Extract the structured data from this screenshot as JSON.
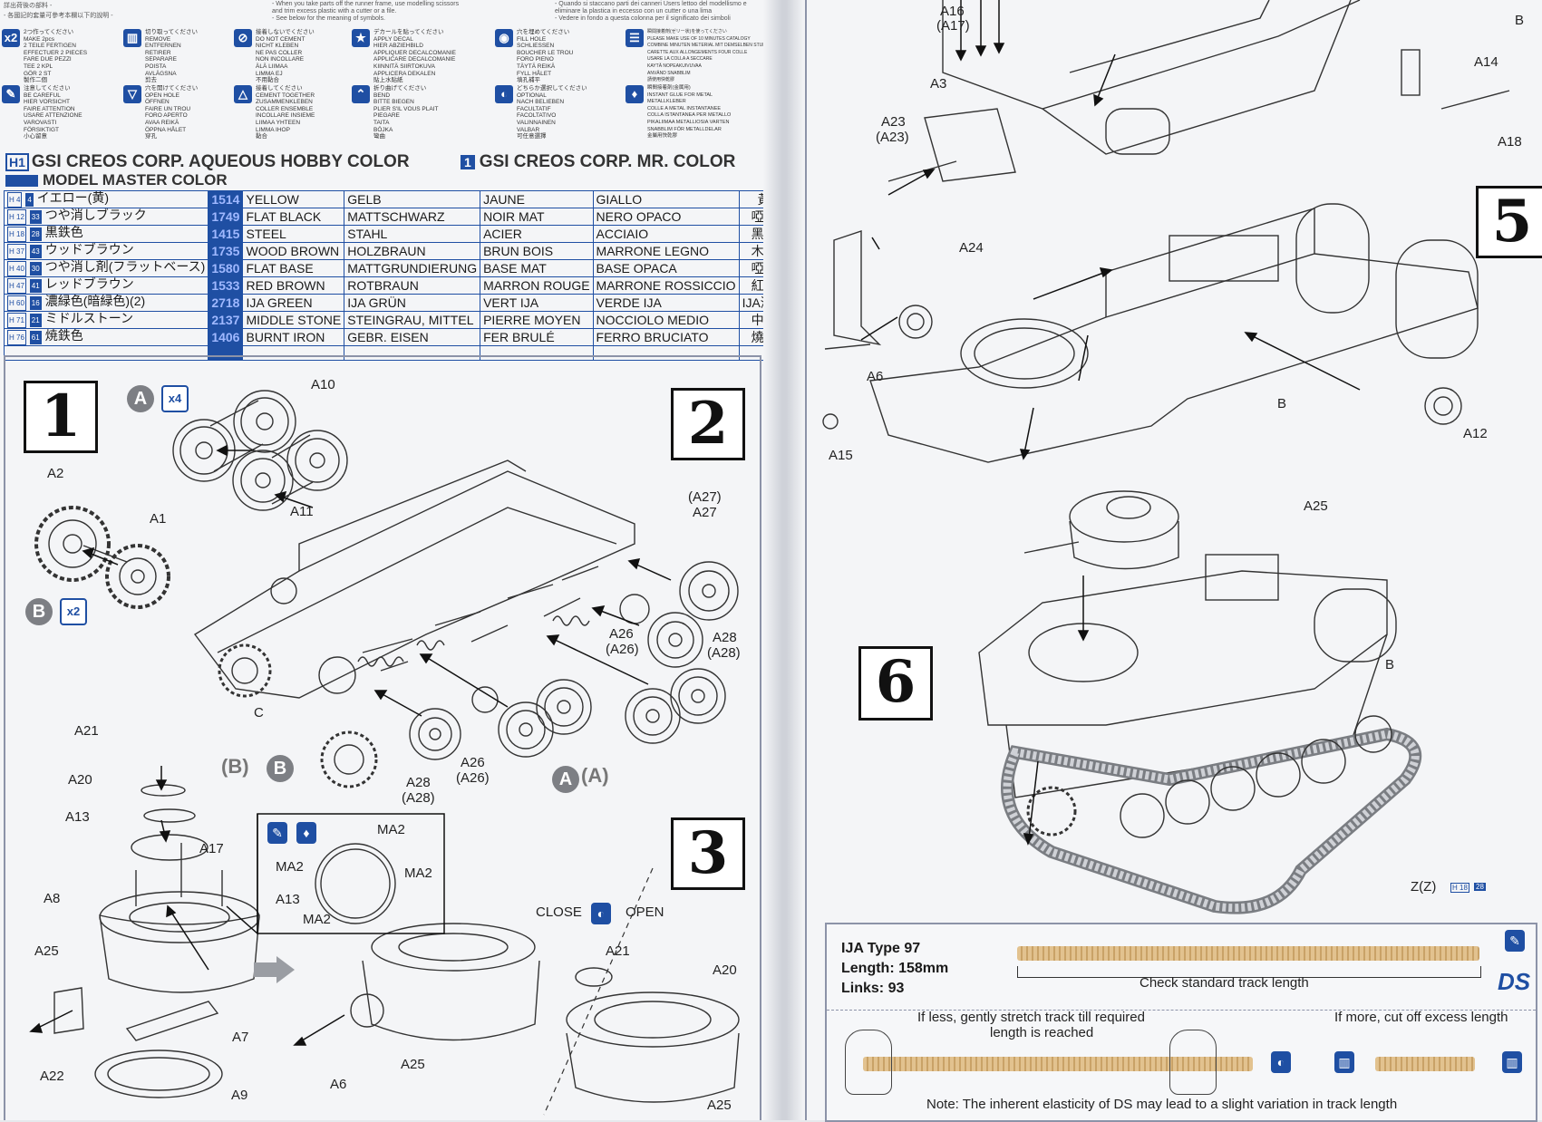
{
  "symbols_header": {
    "left_cut": "詳出荷後の部料 -",
    "left_cut2": "- 各國記的套量可參考本欄以下的說明 -",
    "mid_cut": "- When you take parts off the runner frame, use modelling scissors",
    "mid_cut2": "and trim excess plastic with a cutter or a file.",
    "mid_cut3": "- See below for the meaning of symbols.",
    "right_cut": "- Quando si staccano parti dei canneri Users lettoo del modellismo e",
    "right_cut2": "eliminare la plastica in eccesso con un cutter o una lima",
    "right_cut3": "- Vedere in fondo a questa colonna per il significato dei simboli"
  },
  "symbols": [
    {
      "icon": "x2-icon",
      "glyph": "x2",
      "text": "2つ作ってください\nMAKE 2pcs\n2 TEILE FERTIGEN\nEFFECTUER 2 PIECES\nFARE DUE PEZZI\nTEE 2 KPL\nGÖR 2 ST\n製作二個"
    },
    {
      "icon": "remove-icon",
      "glyph": "▥",
      "text": "切り取ってください\nREMOVE\nENTFERNEN\nRETIRER\nSEPARARE\nPOISTA\nAVLÄGSNA\n剪去"
    },
    {
      "icon": "no-cement-icon",
      "glyph": "⊘",
      "text": "接着しないでください\nDO NOT CEMENT\nNICHT KLEBEN\nNE PAS COLLER\nNON INCOLLARE\nÄLÄ LIIMAA\nLIMMA EJ\n不用黏合"
    },
    {
      "icon": "apply-decal-icon",
      "glyph": "★",
      "text": "デカールを貼ってください\nAPPLY DECAL\nHIER ABZIEHBILD\nAPPLIQUER DECALCOMANIE\nAPPLICARE DECALCOMANIE\nKIINNITÄ SIIRTOKUVA\nAPPLICERA DEKALEN\n貼上水貼紙"
    },
    {
      "icon": "fill-hole-icon",
      "glyph": "◉",
      "text": "穴を埋めてください\nFILL HOLE\nSCHLIESSEN\nBOUCHER LE TROU\nFORO PIENO\nTÄYTÄ REIKÄ\nFYLL HÅLET\n填孔補平"
    },
    {
      "icon": "instant-glue-icon",
      "glyph": "☰",
      "text": "瞬間接着剤(ゼリー状)を使ってください\nPLEASE MAKE USE OF 10 MINUTES CATALOGY\nCOMBINE MINUTEN METERIAL MIT DEMSELBEN STUNDE SEHR SCHNELL\nCARETTE AUX ALLONGEMENTS FOUR COLLE\nUSARE LA COLLA A SECCARE\nKAYTÄ NOPEAKUIVUVAA\nANVÄND SNABBLIM\n請使用快乾膠"
    },
    {
      "icon": "careful-icon",
      "glyph": "✎",
      "text": "注意してください\nBE CAREFUL\nHIER VORSICHT\nFAIRE ATTENTION\nUSARE ATTENZIONE\nVAROVASTI\nFÖRSIKTIGT\n小心留意"
    },
    {
      "icon": "open-hole-icon",
      "glyph": "▽",
      "text": "穴を開けてください\nOPEN HOLE\nÖFFNEN\nFAIRE UN TROU\nFORO APERTO\nAVAA REIKÄ\nÖPPNA HÅLET\n穿孔"
    },
    {
      "icon": "cement-together-icon",
      "glyph": "△",
      "text": "接着してください\nCEMENT TOGETHER\nZUSAMMENKLEBEN\nCOLLER ENSEMBLE\nINCOLLARE INSIEME\nLIIMAA YHTEEN\nLIMMA IHOP\n黏合"
    },
    {
      "icon": "bend-icon",
      "glyph": "⌃",
      "text": "折り曲げてください\nBEND\nBITTE BIEGEN\nPLIER S'IL VOUS PLAIT\nPIEGARE\nTAITA\nBÖJKA\n彎曲"
    },
    {
      "icon": "optional-icon",
      "glyph": "◐",
      "text": "どちらか選択してください\nOPTIONAL\nNACH BELIEBEN\nFACULTATIF\nFACOLTATIVO\nVALINNAINEN\nVALBAR\n可任意選擇"
    },
    {
      "icon": "metal-glue-icon",
      "glyph": "♦",
      "text": "瞬間接着剤(金属用)\nINSTANT GLUE FOR METAL\nMETALLKLEBER\nCOLLE A METAL INSTANTANEE\nCOLLA ISTANTANEA PER METALLO\nPIKALIIMAA METALLIOSIA VARTEN\nSNABBLIM FÖR METALLDELAR\n金屬用快乾膠"
    }
  ],
  "color_header": {
    "h_mark": "H1",
    "aqueous": "GSI CREOS CORP. AQUEOUS HOBBY COLOR",
    "f_mark": "1",
    "mr_color": "GSI CREOS CORP. MR. COLOR",
    "model_master": "MODEL MASTER COLOR"
  },
  "colors": [
    {
      "h": "H 4",
      "c": "4",
      "jp": "イエロー(黄)",
      "mm": "1514",
      "en": "YELLOW",
      "de": "GELB",
      "fr": "JAUNE",
      "it": "GIALLO",
      "zh": "黃色"
    },
    {
      "h": "H 12",
      "c": "33",
      "jp": "つや消しブラック",
      "mm": "1749",
      "en": "FLAT BLACK",
      "de": "MATTSCHWARZ",
      "fr": "NOIR MAT",
      "it": "NERO OPACO",
      "zh": "啞黑色"
    },
    {
      "h": "H 18",
      "c": "28",
      "jp": "黒鉄色",
      "mm": "1415",
      "en": "STEEL",
      "de": "STAHL",
      "fr": "ACIER",
      "it": "ACCIAIO",
      "zh": "黑鐵色"
    },
    {
      "h": "H 37",
      "c": "43",
      "jp": "ウッドブラウン",
      "mm": "1735",
      "en": "WOOD BROWN",
      "de": "HOLZBRAUN",
      "fr": "BRUN BOIS",
      "it": "MARRONE LEGNO",
      "zh": "木棕色"
    },
    {
      "h": "H 40",
      "c": "30",
      "jp": "つや消し剤(フラットベース)",
      "mm": "1580",
      "en": "FLAT BASE",
      "de": "MATTGRUNDIERUNG",
      "fr": "BASE MAT",
      "it": "BASE OPACA",
      "zh": "啞光用"
    },
    {
      "h": "H 47",
      "c": "41",
      "jp": "レッドブラウン",
      "mm": "1533",
      "en": "RED BROWN",
      "de": "ROTBRAUN",
      "fr": "MARRON ROUGE",
      "it": "MARRONE ROSSICCIO",
      "zh": "紅褐色"
    },
    {
      "h": "H 60",
      "c": "16",
      "jp": "濃緑色(暗緑色)(2)",
      "mm": "2718",
      "en": "IJA GREEN",
      "de": "IJA GRÜN",
      "fr": "VERT IJA",
      "it": "VERDE IJA",
      "zh": "IJA深綠色"
    },
    {
      "h": "H 71",
      "c": "21",
      "jp": "ミドルストーン",
      "mm": "2137",
      "en": "MIDDLE STONE",
      "de": "STEINGRAU, MITTEL",
      "fr": "PIERRE MOYEN",
      "it": "NOCCIOLO MEDIO",
      "zh": "中石色"
    },
    {
      "h": "H 76",
      "c": "61",
      "jp": "焼鉄色",
      "mm": "1406",
      "en": "BURNT IRON",
      "de": "GEBR. EISEN",
      "fr": "FER BRULÉ",
      "it": "FERRO BRUCIATO",
      "zh": "燒鐵色"
    }
  ],
  "steps": {
    "s1": "1",
    "s2": "2",
    "s3": "3",
    "s5": "5",
    "s6": "6"
  },
  "step1": {
    "wheel_set": "A",
    "wheel_qty": "x4",
    "sprocket_set": "B",
    "sprocket_qty": "x2",
    "labels": {
      "a10": "A10",
      "a11": "A11",
      "a2": "A2",
      "a1": "A1"
    }
  },
  "step2": {
    "labels": {
      "a27": "(A27)",
      "a27b": "A27",
      "a26": "A26",
      "a26p": "(A26)",
      "a28": "A28",
      "a28p": "(A28)",
      "c": "C",
      "b1": "(B)",
      "b2": "B",
      "a28b": "A28",
      "a28bp": "(A28)",
      "a26b": "A26",
      "a26bp": "(A26)",
      "a1": "A",
      "a2": "(A)"
    }
  },
  "step3": {
    "close": "CLOSE",
    "open": "OPEN",
    "labels": {
      "a21": "A21",
      "a20": "A20",
      "a13": "A13",
      "a17": "A17",
      "a8": "A8",
      "a25": "A25",
      "a22": "A22",
      "a7": "A7",
      "a9": "A9",
      "a6": "A6",
      "a25b": "A25",
      "a21b": "A21",
      "a20b": "A20",
      "a25c": "A25",
      "ma2a": "MA2",
      "ma2b": "MA2",
      "ma2c": "MA2",
      "ma2d": "MA2",
      "a13b": "A13"
    }
  },
  "step4": {
    "labels": {
      "a16": "A16",
      "a17": "(A17)",
      "b": "B",
      "a14": "A14",
      "a3": "A3",
      "a23": "A23",
      "a23p": "(A23)",
      "a18": "A18"
    }
  },
  "step5": {
    "labels": {
      "a24": "A24",
      "a6": "A6",
      "b": "B",
      "a12": "A12",
      "a15": "A15"
    }
  },
  "step6": {
    "labels": {
      "a25": "A25",
      "b": "B",
      "zz": "Z(Z)",
      "h18": "H 18",
      "c28": "28"
    }
  },
  "track": {
    "title": "IJA Type 97",
    "length": "Length: 158mm",
    "links": "Links: 93",
    "check": "Check standard track length",
    "less": "If less, gently stretch track till required",
    "less2": "length is reached",
    "more": "If more, cut off excess length",
    "note": "Note: The inherent elasticity of DS may lead to a slight variation in track length",
    "ds_logo": "DS"
  },
  "palette": {
    "blue": "#1f4fa3",
    "line": "#8c93a8"
  }
}
